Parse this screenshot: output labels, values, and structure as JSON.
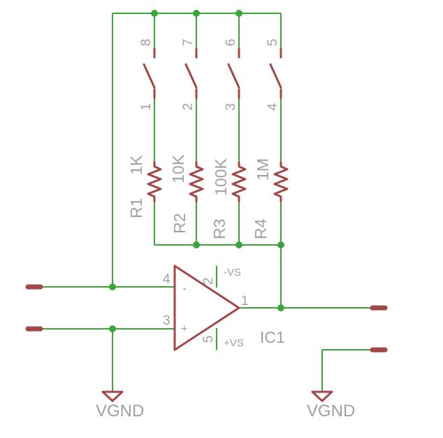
{
  "colors": {
    "wire": "#3aa63a",
    "component": "#a34646",
    "text": "#a0a0a0",
    "background": "#ffffff"
  },
  "switch": {
    "top_pins": [
      "8",
      "7",
      "6",
      "5"
    ],
    "bottom_pins": [
      "1",
      "2",
      "3",
      "4"
    ]
  },
  "resistors": [
    {
      "name": "R1",
      "value": "1K"
    },
    {
      "name": "R2",
      "value": "10K"
    },
    {
      "name": "R3",
      "value": "100K"
    },
    {
      "name": "R4",
      "value": "1M"
    }
  ],
  "opamp": {
    "name": "IC1",
    "inverting_pin": "4",
    "noninverting_pin": "3",
    "output_pin": "1",
    "neg_supply_pin": "2",
    "pos_supply_pin": "5",
    "neg_supply_label": "-VS",
    "pos_supply_label": "+VS",
    "minus_sign": "-",
    "plus_sign": "+"
  },
  "grounds": [
    "VGND",
    "VGND"
  ]
}
